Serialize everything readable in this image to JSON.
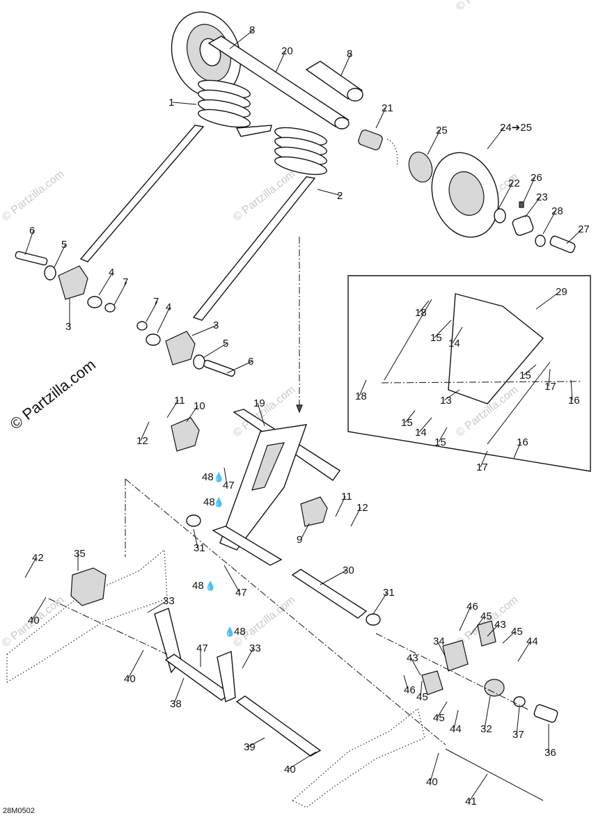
{
  "diagram": {
    "drawing_code": "28M0502",
    "brand": "© Partzilla.com",
    "watermark": "© Partzilla.com",
    "drop_glyph": "💧",
    "callouts": [
      {
        "id": "c8a",
        "text": "8"
      },
      {
        "id": "c20",
        "text": "20"
      },
      {
        "id": "c8b",
        "text": "8"
      },
      {
        "id": "c1",
        "text": "1"
      },
      {
        "id": "c21",
        "text": "21"
      },
      {
        "id": "c24",
        "text": "24➔25"
      },
      {
        "id": "c25",
        "text": "25"
      },
      {
        "id": "c2",
        "text": "2"
      },
      {
        "id": "c26",
        "text": "26"
      },
      {
        "id": "c22",
        "text": "22"
      },
      {
        "id": "c23",
        "text": "23"
      },
      {
        "id": "c28",
        "text": "28"
      },
      {
        "id": "c27",
        "text": "27"
      },
      {
        "id": "c6a",
        "text": "6"
      },
      {
        "id": "c5a",
        "text": "5"
      },
      {
        "id": "c4a",
        "text": "4"
      },
      {
        "id": "c7a",
        "text": "7"
      },
      {
        "id": "c3a",
        "text": "3"
      },
      {
        "id": "c7b",
        "text": "7"
      },
      {
        "id": "c4b",
        "text": "4"
      },
      {
        "id": "c3b",
        "text": "3"
      },
      {
        "id": "c5b",
        "text": "5"
      },
      {
        "id": "c6b",
        "text": "6"
      },
      {
        "id": "c29",
        "text": "29"
      },
      {
        "id": "c18a",
        "text": "18"
      },
      {
        "id": "c15a",
        "text": "15"
      },
      {
        "id": "c14a",
        "text": "14"
      },
      {
        "id": "c15b",
        "text": "15"
      },
      {
        "id": "c17a",
        "text": "17"
      },
      {
        "id": "c16a",
        "text": "16"
      },
      {
        "id": "c18b",
        "text": "18"
      },
      {
        "id": "c13",
        "text": "13"
      },
      {
        "id": "c15c",
        "text": "15"
      },
      {
        "id": "c14b",
        "text": "14"
      },
      {
        "id": "c15d",
        "text": "15"
      },
      {
        "id": "c16b",
        "text": "16"
      },
      {
        "id": "c17b",
        "text": "17"
      },
      {
        "id": "c11a",
        "text": "11"
      },
      {
        "id": "c10",
        "text": "10"
      },
      {
        "id": "c19",
        "text": "19"
      },
      {
        "id": "c12a",
        "text": "12"
      },
      {
        "id": "c48a",
        "text": "48"
      },
      {
        "id": "c47a",
        "text": "47"
      },
      {
        "id": "c48b",
        "text": "48"
      },
      {
        "id": "c11b",
        "text": "11"
      },
      {
        "id": "c12b",
        "text": "12"
      },
      {
        "id": "c9",
        "text": "9"
      },
      {
        "id": "c31a",
        "text": "31"
      },
      {
        "id": "c42",
        "text": "42"
      },
      {
        "id": "c35",
        "text": "35"
      },
      {
        "id": "c48c",
        "text": "48"
      },
      {
        "id": "c47b",
        "text": "47"
      },
      {
        "id": "c30",
        "text": "30"
      },
      {
        "id": "c31b",
        "text": "31"
      },
      {
        "id": "c40a",
        "text": "40"
      },
      {
        "id": "c33a",
        "text": "33"
      },
      {
        "id": "c48d",
        "text": "48"
      },
      {
        "id": "c46a",
        "text": "46"
      },
      {
        "id": "c45a",
        "text": "45"
      },
      {
        "id": "c43a",
        "text": "43"
      },
      {
        "id": "c45b",
        "text": "45"
      },
      {
        "id": "c44a",
        "text": "44"
      },
      {
        "id": "c47c",
        "text": "47"
      },
      {
        "id": "c33b",
        "text": "33"
      },
      {
        "id": "c34",
        "text": "34"
      },
      {
        "id": "c40b",
        "text": "40"
      },
      {
        "id": "c43b",
        "text": "43"
      },
      {
        "id": "c46b",
        "text": "46"
      },
      {
        "id": "c45c",
        "text": "45"
      },
      {
        "id": "c38",
        "text": "38"
      },
      {
        "id": "c45d",
        "text": "45"
      },
      {
        "id": "c44b",
        "text": "44"
      },
      {
        "id": "c32",
        "text": "32"
      },
      {
        "id": "c37",
        "text": "37"
      },
      {
        "id": "c39",
        "text": "39"
      },
      {
        "id": "c36",
        "text": "36"
      },
      {
        "id": "c40c",
        "text": "40"
      },
      {
        "id": "c40d",
        "text": "40"
      },
      {
        "id": "c41",
        "text": "41"
      }
    ]
  }
}
